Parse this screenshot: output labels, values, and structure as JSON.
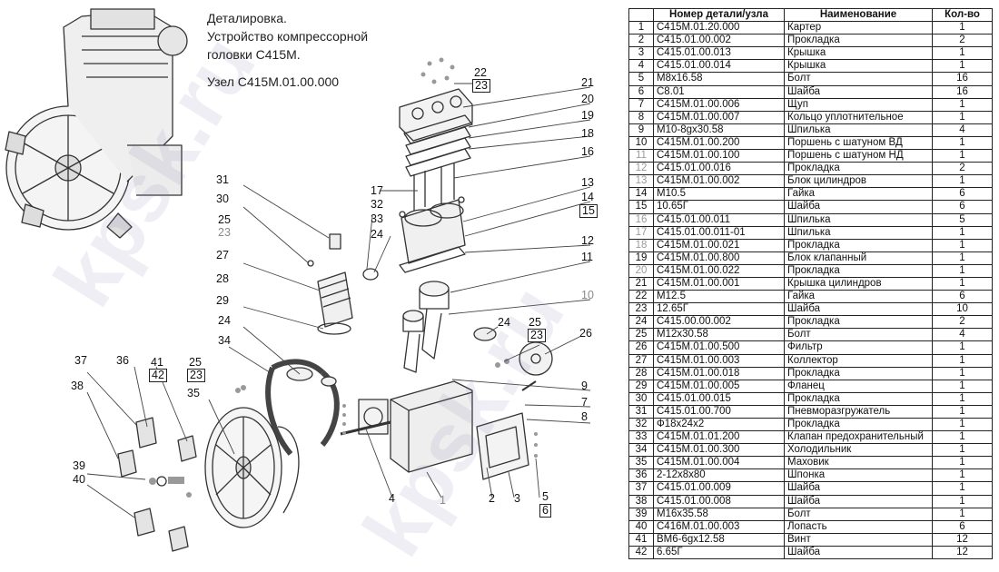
{
  "title": {
    "line1": "Деталировка.",
    "line2": "Устройство компрессорной",
    "line3": "головки С415М.",
    "assembly": "Узел С415М.01.00.000"
  },
  "watermark": "kpsk.ru",
  "callouts": [
    "1",
    "2",
    "3",
    "4",
    "5",
    "6",
    "7",
    "8",
    "9",
    "10",
    "11",
    "12",
    "13",
    "14",
    "15",
    "16",
    "17",
    "18",
    "19",
    "20",
    "21",
    "22",
    "23",
    "24",
    "25",
    "26",
    "27",
    "28",
    "29",
    "30",
    "31",
    "32",
    "33",
    "34",
    "35",
    "36",
    "37",
    "38",
    "39",
    "40",
    "41",
    "42"
  ],
  "table": {
    "headers": [
      "",
      "Номер детали/узла",
      "Наименование",
      "Кол-во"
    ],
    "rows": [
      [
        "1",
        "С415М.01.20.000",
        "Картер",
        "1"
      ],
      [
        "2",
        "С415.01.00.002",
        "Прокладка",
        "2"
      ],
      [
        "3",
        "С415.01.00.013",
        "Крышка",
        "1"
      ],
      [
        "4",
        "С415.01.00.014",
        "Крышка",
        "1"
      ],
      [
        "5",
        "М8х16.58",
        "Болт",
        "16"
      ],
      [
        "6",
        "С8.01",
        "Шайба",
        "16"
      ],
      [
        "7",
        "С415М.01.00.006",
        "Щуп",
        "1"
      ],
      [
        "8",
        "С415М.01.00.007",
        "Кольцо уплотнительное",
        "1"
      ],
      [
        "9",
        "М10-8gх30.58",
        "Шпилька",
        "4"
      ],
      [
        "10",
        "С415М.01.00.200",
        "Поршень с шатуном ВД",
        "1"
      ],
      [
        "11",
        "С415М.01.00.100",
        "Поршень с шатуном НД",
        "1"
      ],
      [
        "12",
        "С415.01.00.016",
        "Прокладка",
        "2"
      ],
      [
        "13",
        "С415М.01.00.002",
        "Блок цилиндров",
        "1"
      ],
      [
        "14",
        "М10.5",
        "Гайка",
        "6"
      ],
      [
        "15",
        "10.65Г",
        "Шайба",
        "6"
      ],
      [
        "16",
        "С415.01.00.011",
        "Шпилька",
        "5"
      ],
      [
        "17",
        "С415.01.00.011-01",
        "Шпилька",
        "1"
      ],
      [
        "18",
        "С415М.01.00.021",
        "Прокладка",
        "1"
      ],
      [
        "19",
        "С415М.01.00.800",
        "Блок клапанный",
        "1"
      ],
      [
        "20",
        "С415М.01.00.022",
        "Прокладка",
        "1"
      ],
      [
        "21",
        "С415М.01.00.001",
        "Крышка цилиндров",
        "1"
      ],
      [
        "22",
        "М12.5",
        "Гайка",
        "6"
      ],
      [
        "23",
        "12.65Г",
        "Шайба",
        "10"
      ],
      [
        "24",
        "С415.00.00.002",
        "Прокладка",
        "2"
      ],
      [
        "25",
        "М12х30.58",
        "Болт",
        "4"
      ],
      [
        "26",
        "С415М.01.00.500",
        "Фильтр",
        "1"
      ],
      [
        "27",
        "С415М.01.00.003",
        "Коллектор",
        "1"
      ],
      [
        "28",
        "С415М.01.00.018",
        "Прокладка",
        "1"
      ],
      [
        "29",
        "С415М.01.00.005",
        "Фланец",
        "1"
      ],
      [
        "30",
        "С415.01.00.015",
        "Прокладка",
        "1"
      ],
      [
        "31",
        "С415.01.00.700",
        "Пневморазгружатель",
        "1"
      ],
      [
        "32",
        "Ф18х24х2",
        "Прокладка",
        "1"
      ],
      [
        "33",
        "С415М.01.01.200",
        "Клапан предохранительный",
        "1"
      ],
      [
        "34",
        "С415М.01.00.300",
        "Холодильник",
        "1"
      ],
      [
        "35",
        "С415М.01.00.004",
        "Маховик",
        "1"
      ],
      [
        "36",
        "2-12х8х80",
        "Шпонка",
        "1"
      ],
      [
        "37",
        "С415.01.00.009",
        "Шайба",
        "1"
      ],
      [
        "38",
        "С415.01.00.008",
        "Шайба",
        "1"
      ],
      [
        "39",
        "М16х35.58",
        "Болт",
        "1"
      ],
      [
        "40",
        "С416М.01.00.003",
        "Лопасть",
        "6"
      ],
      [
        "41",
        "ВМ6-6gх12.58",
        "Винт",
        "12"
      ],
      [
        "42",
        "6.65Г",
        "Шайба",
        "12"
      ]
    ]
  }
}
